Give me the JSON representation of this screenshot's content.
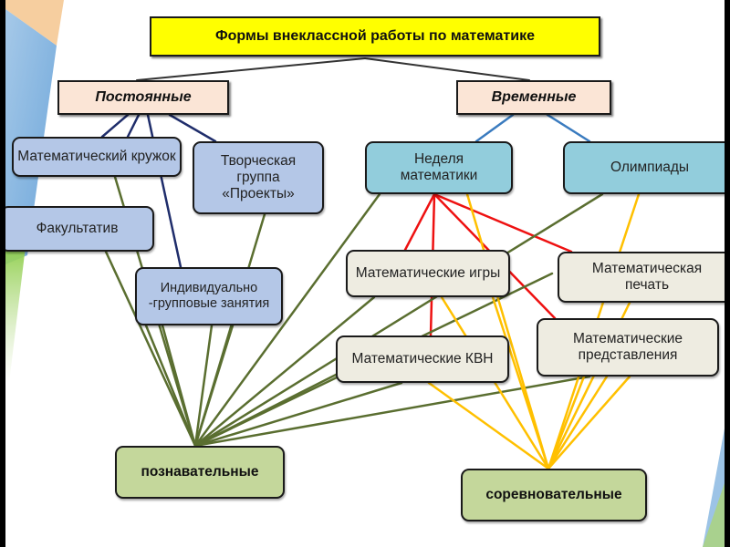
{
  "title": "Формы внеклассной работы по математике",
  "categories": {
    "permanent": "Постоянные",
    "temporary": "Временные"
  },
  "permanent_forms": {
    "circle": "Математический кружок",
    "creative_group": "Творческая группа «Проекты»",
    "elective": "Факультатив",
    "individual_group": "Индивидуально -групповые занятия"
  },
  "temporary_forms": {
    "math_week": "Неделя математики",
    "olympiads": "Олимпиады"
  },
  "activities": {
    "games": "Математические игры",
    "press": "Математическая печать",
    "kvn": "Математические КВН",
    "performances": "Математические представления"
  },
  "outcomes": {
    "cognitive": "познавательные",
    "competitive": "соревновательные"
  },
  "colors": {
    "root_fill": "#ffff00",
    "category_fill": "#fbe5d6",
    "permanent_fill": "#b4c7e7",
    "temporary_fill": "#92cddc",
    "activity_fill": "#eeece1",
    "outcome_fill": "#c4d79b",
    "link_root": "#333333",
    "link_permanent": "#1f2d6b",
    "link_temporary": "#3a7bbf",
    "link_week": "#ee1111",
    "link_cognitive": "#5a6e30",
    "link_competitive": "#ffc000"
  },
  "edges": [
    {
      "from": "title",
      "to": "permanent",
      "type": "root"
    },
    {
      "from": "title",
      "to": "temporary",
      "type": "root"
    },
    {
      "from": "permanent",
      "to": "circle",
      "type": "permanent"
    },
    {
      "from": "permanent",
      "to": "elective",
      "type": "permanent"
    },
    {
      "from": "permanent",
      "to": "individual_group",
      "type": "permanent"
    },
    {
      "from": "permanent",
      "to": "creative_group",
      "type": "permanent"
    },
    {
      "from": "temporary",
      "to": "math_week",
      "type": "temporary"
    },
    {
      "from": "temporary",
      "to": "olympiads",
      "type": "temporary"
    },
    {
      "from": "math_week",
      "to": "games",
      "type": "week"
    },
    {
      "from": "math_week",
      "to": "kvn",
      "type": "week"
    },
    {
      "from": "math_week",
      "to": "press",
      "type": "week"
    },
    {
      "from": "math_week",
      "to": "performances",
      "type": "week"
    },
    {
      "from": "circle",
      "to": "cognitive",
      "type": "cognitive"
    },
    {
      "from": "elective",
      "to": "cognitive",
      "type": "cognitive"
    },
    {
      "from": "individual_group",
      "to": "cognitive",
      "type": "cognitive"
    },
    {
      "from": "creative_group",
      "to": "cognitive",
      "type": "cognitive"
    },
    {
      "from": "math_week",
      "to": "cognitive",
      "type": "cognitive"
    },
    {
      "from": "olympiads",
      "to": "cognitive",
      "type": "cognitive"
    },
    {
      "from": "games",
      "to": "cognitive",
      "type": "cognitive"
    },
    {
      "from": "press",
      "to": "cognitive",
      "type": "cognitive"
    },
    {
      "from": "kvn",
      "to": "cognitive",
      "type": "cognitive"
    },
    {
      "from": "performances",
      "to": "cognitive",
      "type": "cognitive"
    },
    {
      "from": "math_week",
      "to": "competitive",
      "type": "competitive"
    },
    {
      "from": "olympiads",
      "to": "competitive",
      "type": "competitive"
    },
    {
      "from": "games",
      "to": "competitive",
      "type": "competitive"
    },
    {
      "from": "kvn",
      "to": "competitive",
      "type": "competitive"
    },
    {
      "from": "press",
      "to": "competitive",
      "type": "competitive"
    },
    {
      "from": "performances",
      "to": "competitive",
      "type": "competitive"
    }
  ]
}
